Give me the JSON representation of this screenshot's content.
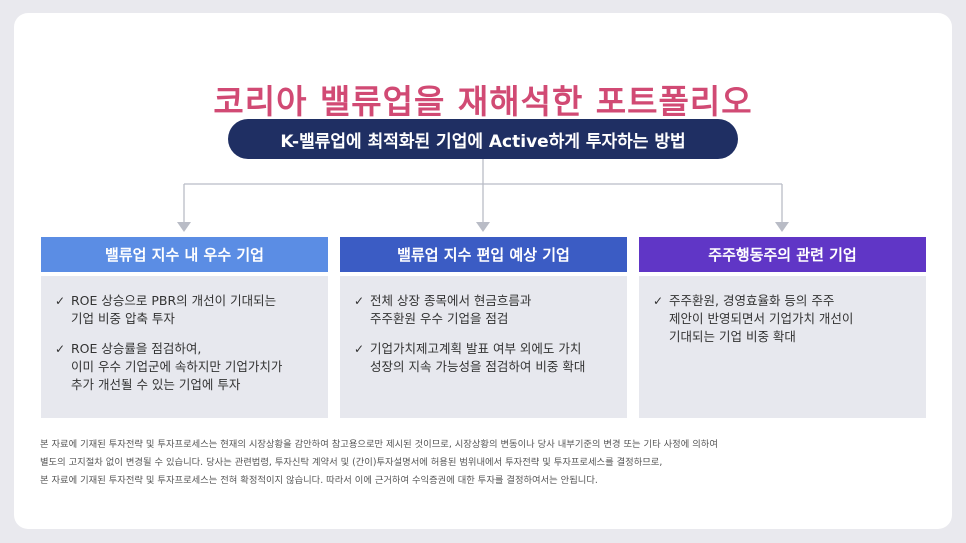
{
  "title": "코리아 밸류업을 재해석한 포트폴리오",
  "subtitle": "K-밸류업에 최적화된 기업에 Active하게 투자하는 방법",
  "colors": {
    "title": "#d14a74",
    "pill": "#1f2f63",
    "col1": "#5b8de4",
    "col2": "#3b5cc4",
    "col3": "#6036c6",
    "body_bg": "#e7e8ee"
  },
  "columns": [
    {
      "header": "밸류업 지수 내 우수 기업",
      "bullets": [
        "ROE 상승으로 PBR의 개선이 기대되는\n기업 비중 압축 투자",
        "ROE 상승률을 점검하여,\n이미 우수 기업군에 속하지만 기업가치가\n추가 개선될 수 있는 기업에 투자"
      ]
    },
    {
      "header": "밸류업 지수 편입 예상 기업",
      "bullets": [
        "전체 상장 종목에서 현금흐름과\n주주환원 우수 기업을 점검",
        "기업가치제고계획 발표 여부 외에도 가치\n성장의 지속 가능성을 점검하여 비중 확대"
      ]
    },
    {
      "header": "주주행동주의 관련 기업",
      "bullets": [
        "주주환원, 경영효율화 등의 주주\n제안이 반영되면서 기업가치 개선이\n기대되는 기업 비중 확대"
      ]
    }
  ],
  "disclaimer": [
    "본 자료에 기재된 투자전략 및 투자프로세스는 현재의 시장상황을 감안하여 참고용으로만 제시된 것이므로, 시장상황의 변동이나 당사 내부기준의 변경 또는 기타 사정에 의하여",
    "별도의 고지절차 없이 변경될 수 있습니다. 당사는 관련법령, 투자신탁 계약서 및 (간이)투자설명서에 허용된 범위내에서 투자전략 및 투자프로세스를 결정하므로,",
    "본 자료에 기재된 투자전략 및 투자프로세스는 전혀 확정적이지 않습니다. 따라서 이에 근거하여 수익증권에 대한 투자를 결정하여서는 안됩니다."
  ]
}
